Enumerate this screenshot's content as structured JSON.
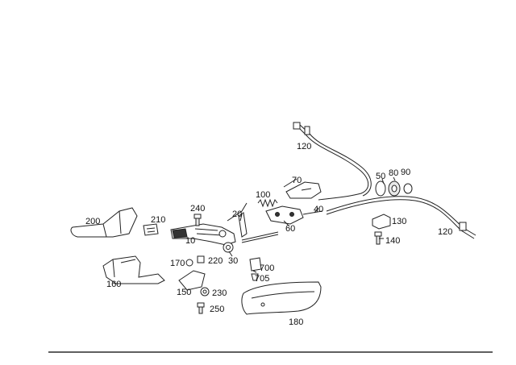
{
  "diagram": {
    "labels": {
      "p10": "10",
      "p20": "20",
      "p30": "30",
      "p40": "40",
      "p50": "50",
      "p60": "60",
      "p70": "70",
      "p80": "80",
      "p90": "90",
      "p100": "100",
      "p120a": "120",
      "p120b": "120",
      "p130": "130",
      "p140": "140",
      "p150": "150",
      "p160": "160",
      "p170": "170",
      "p180": "180",
      "p200": "200",
      "p210": "210",
      "p220": "220",
      "p230": "230",
      "p240": "240",
      "p250": "250",
      "p700": "700",
      "p705": "705"
    }
  }
}
